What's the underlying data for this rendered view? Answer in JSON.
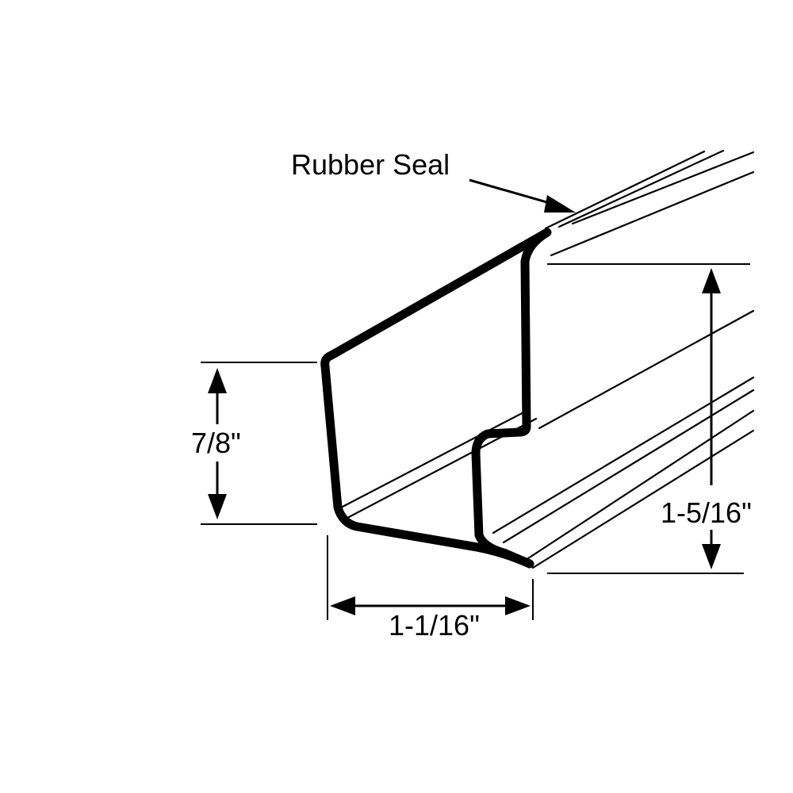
{
  "callout": {
    "label": "Rubber Seal"
  },
  "dimensions": {
    "left_height": "7/8\"",
    "right_height": "1-5/16\"",
    "bottom_width": "1-1/16\""
  },
  "colors": {
    "line": "#000000",
    "background": "#ffffff"
  }
}
